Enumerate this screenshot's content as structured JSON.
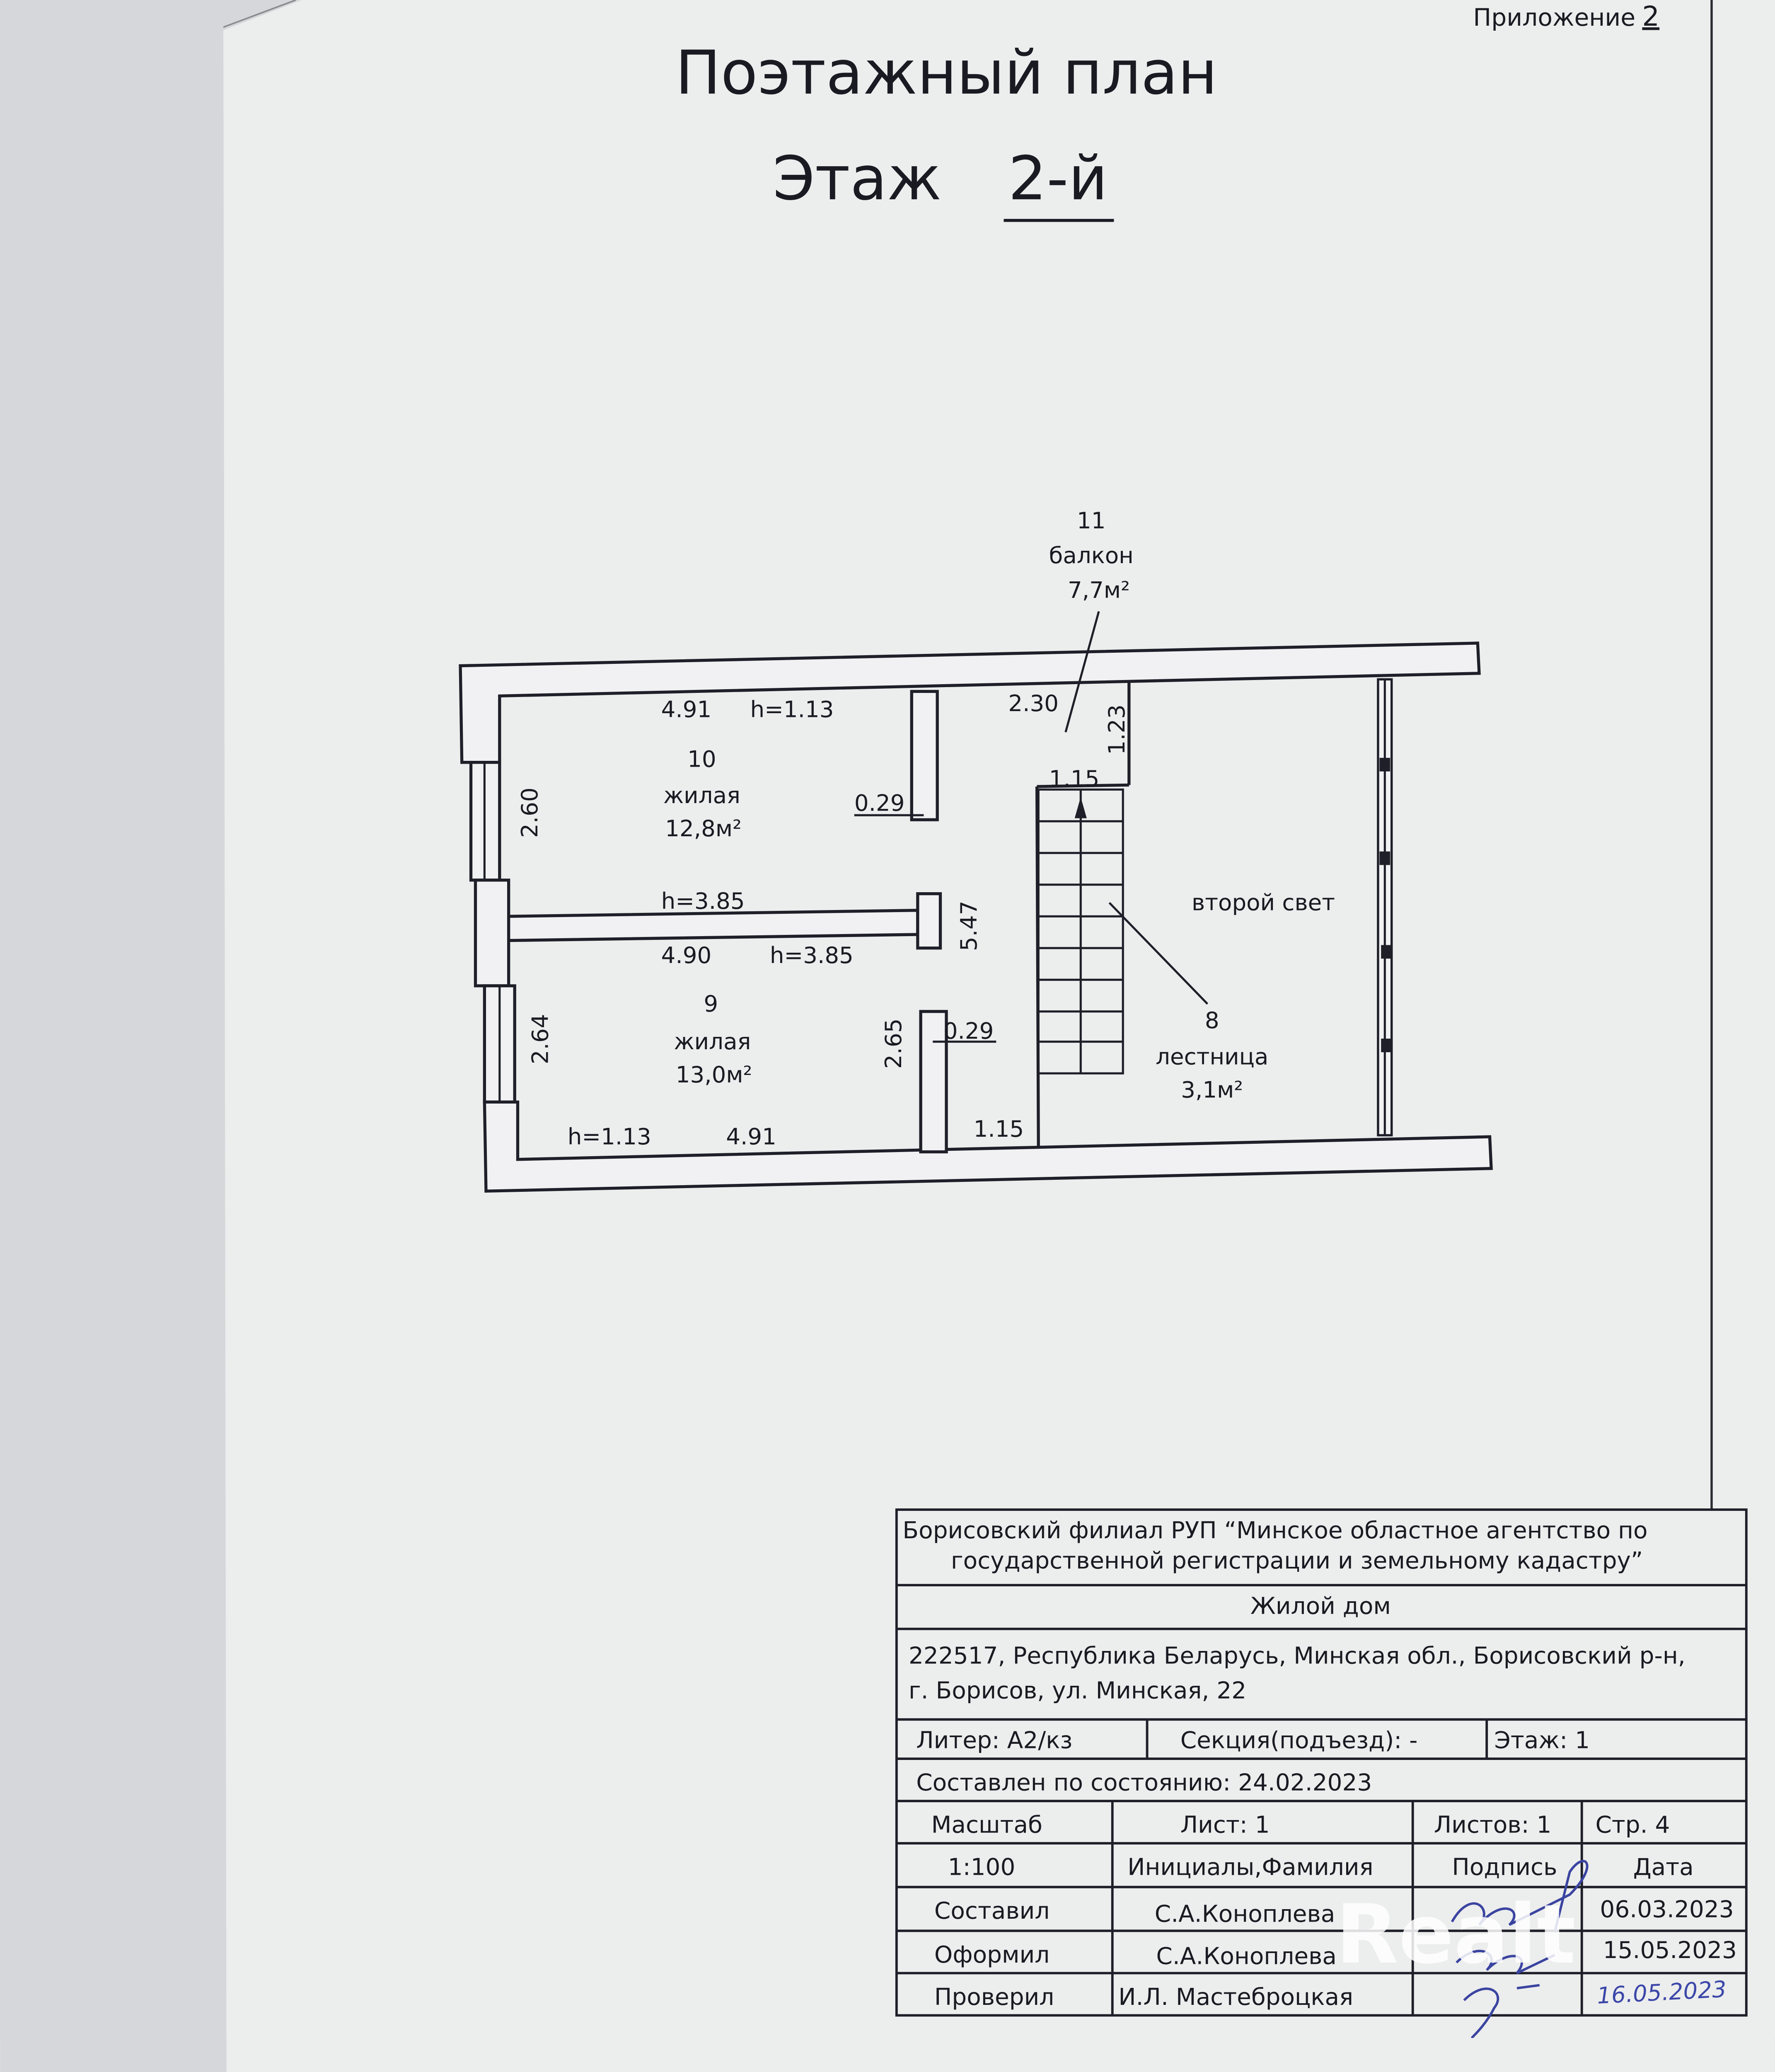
{
  "header": {
    "appendix_label": "Приложение",
    "appendix_number": "2",
    "title": "Поэтажный план",
    "floor_label": "Этаж",
    "floor_value": "2-й"
  },
  "plan": {
    "rooms": [
      {
        "number": "11",
        "name": "балкон",
        "area": "7,7м²"
      },
      {
        "number": "10",
        "name": "жилая",
        "area": "12,8м²"
      },
      {
        "number": "9",
        "name": "жилая",
        "area": "13,0м²"
      },
      {
        "number": "8",
        "name": "лестница",
        "area": "3,1м²"
      }
    ],
    "void_label": "второй свет",
    "dimensions": {
      "r10_width": "4.91",
      "r10_h": "h=1.13",
      "r10_depth": "2.60",
      "r10_stub": "0.29",
      "wall_h_top": "h=3.85",
      "r9_width_top": "4.90",
      "wall_h_bottom": "h=3.85",
      "total_depth": "5.47",
      "r9_depth": "2.64",
      "r9_stub_len": "2.65",
      "r9_stub": "0.29",
      "r9_h": "h=1.13",
      "r9_width": "4.91",
      "corridor_bottom": "1.15",
      "balcony_w": "2.30",
      "balcony_d": "1.23",
      "stair_w": "1.15"
    }
  },
  "title_block": {
    "org_line1": "Борисовский филиал РУП “Минское областное агентство по",
    "org_line2": "государственной регистрации и земельному кадастру”",
    "object": "Жилой дом",
    "address_line1": "222517, Республика Беларусь, Минская обл., Борисовский р-н,",
    "address_line2": "г. Борисов, ул. Минская, 22",
    "liter": "Литер: А2/кз",
    "section": "Секция(подъезд):   -",
    "floor": "Этаж: 1",
    "state_date": "Составлен по состоянию: 24.02.2023",
    "scale_label": "Масштаб",
    "sheet": "Лист: 1",
    "sheets": "Листов: 1",
    "page": "Стр. 4",
    "scale_value": "1:100",
    "col_name": "Инициалы,Фамилия",
    "col_sign": "Подпись",
    "col_date": "Дата",
    "rows": [
      {
        "role": "Составил",
        "name": "С.А.Коноплева",
        "date": "06.03.2023"
      },
      {
        "role": "Оформил",
        "name": "С.А.Коноплева",
        "date": "15.05.2023"
      },
      {
        "role": "Проверил",
        "name": "И.Л. Мастеброцкая",
        "date": "16.05.2023"
      }
    ]
  },
  "watermark": "Realt"
}
